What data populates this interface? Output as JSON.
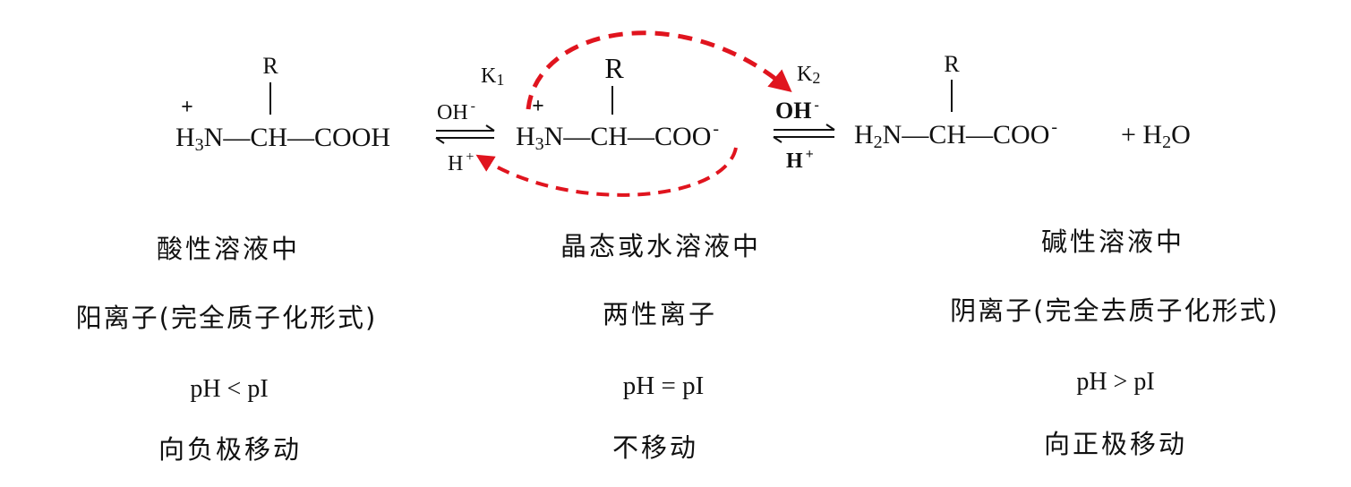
{
  "equilibrium": {
    "species": [
      {
        "charge": "+",
        "r_group": "R",
        "amine": "H",
        "amine_sub": "3",
        "amine_n": "N",
        "backbone": "—CH—",
        "end_group": "COOH",
        "end_group_charge": ""
      },
      {
        "charge": "+",
        "r_group": "R",
        "amine": "H",
        "amine_sub": "3",
        "amine_n": "N",
        "backbone": "—CH—",
        "end_group": "COO",
        "end_group_charge": "-"
      },
      {
        "charge": "",
        "r_group": "R",
        "amine": "H",
        "amine_sub": "2",
        "amine_n": "N",
        "backbone": "—CH—",
        "end_group": "COO",
        "end_group_charge": "-",
        "extra": "+ H",
        "extra_sub": "2",
        "extra_tail": "O"
      }
    ],
    "arrows": [
      {
        "constant": "K",
        "constant_sub": "1",
        "forward": "OH",
        "forward_charge": "-",
        "reverse": "H",
        "reverse_charge": "+"
      },
      {
        "constant": "K",
        "constant_sub": "2",
        "forward": "OH",
        "forward_charge": "-",
        "reverse": "H",
        "reverse_charge": "+"
      }
    ],
    "accent_color": "#e0141e"
  },
  "columns": [
    {
      "condition": "酸性溶液中",
      "form": "阳离子(完全质子化形式)",
      "ph_relation": "pH < pI",
      "migration": "向负极移动"
    },
    {
      "condition": "晶态或水溶液中",
      "form": "两性离子",
      "ph_relation": "pH = pI",
      "migration": "不移动"
    },
    {
      "condition": "碱性溶液中",
      "form": "阴离子(完全去质子化形式)",
      "ph_relation": "pH > pI",
      "migration": "向正极移动"
    }
  ]
}
